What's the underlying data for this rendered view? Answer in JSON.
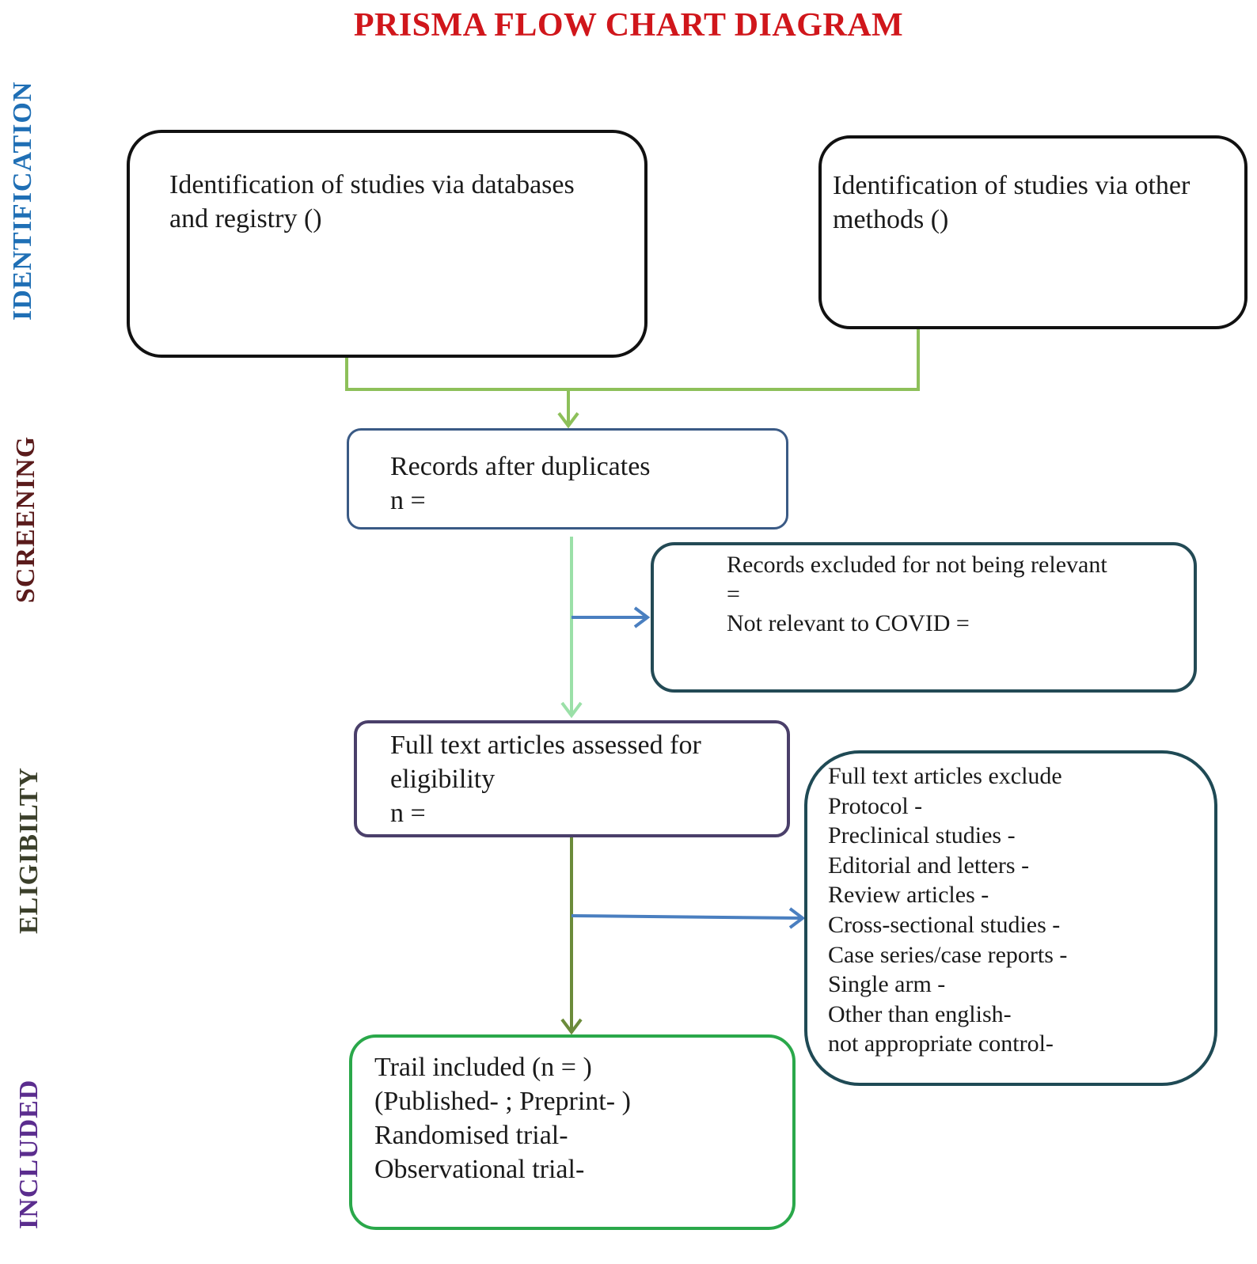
{
  "title": "PRISMA FLOW CHART DIAGRAM",
  "stages": {
    "identification": "IDENTIFICATION",
    "screening": "SCREENING",
    "eligibility": "ELIGIBILTY",
    "included": "INCLUDED"
  },
  "boxes": {
    "databases": "Identification of studies via databases\nand registry ()",
    "other_methods": "Identification of studies via other\nmethods ()",
    "after_duplicates": "Records after duplicates\nn =",
    "excluded_relevance": "Records excluded for not being relevant\n=\nNot relevant to COVID =",
    "full_text_assessed": "Full text articles assessed for\neligibility\nn =",
    "full_text_excluded": {
      "heading": "Full text articles exclude",
      "items": [
        "Protocol -",
        "Preclinical studies -",
        "Editorial and letters -",
        "Review articles -",
        "Cross-sectional studies -",
        "Case series/case reports -",
        "Single arm -",
        "Other than english-",
        "not appropriate control-"
      ]
    },
    "included": "Trail included (n = )\n(Published- ; Preprint- )\nRandomised trial-\nObservational trial-"
  },
  "colors": {
    "title": "#d0161b",
    "identification_label": "#1f6fb5",
    "screening_label": "#5a1b1b",
    "eligibility_label": "#3b3f2a",
    "included_label": "#5b2d8e",
    "green_connector": "#8dc05a",
    "light_green_connector": "#9be0a8",
    "olive_connector": "#6b8b3a",
    "blue_arrow": "#4a7fc0"
  }
}
